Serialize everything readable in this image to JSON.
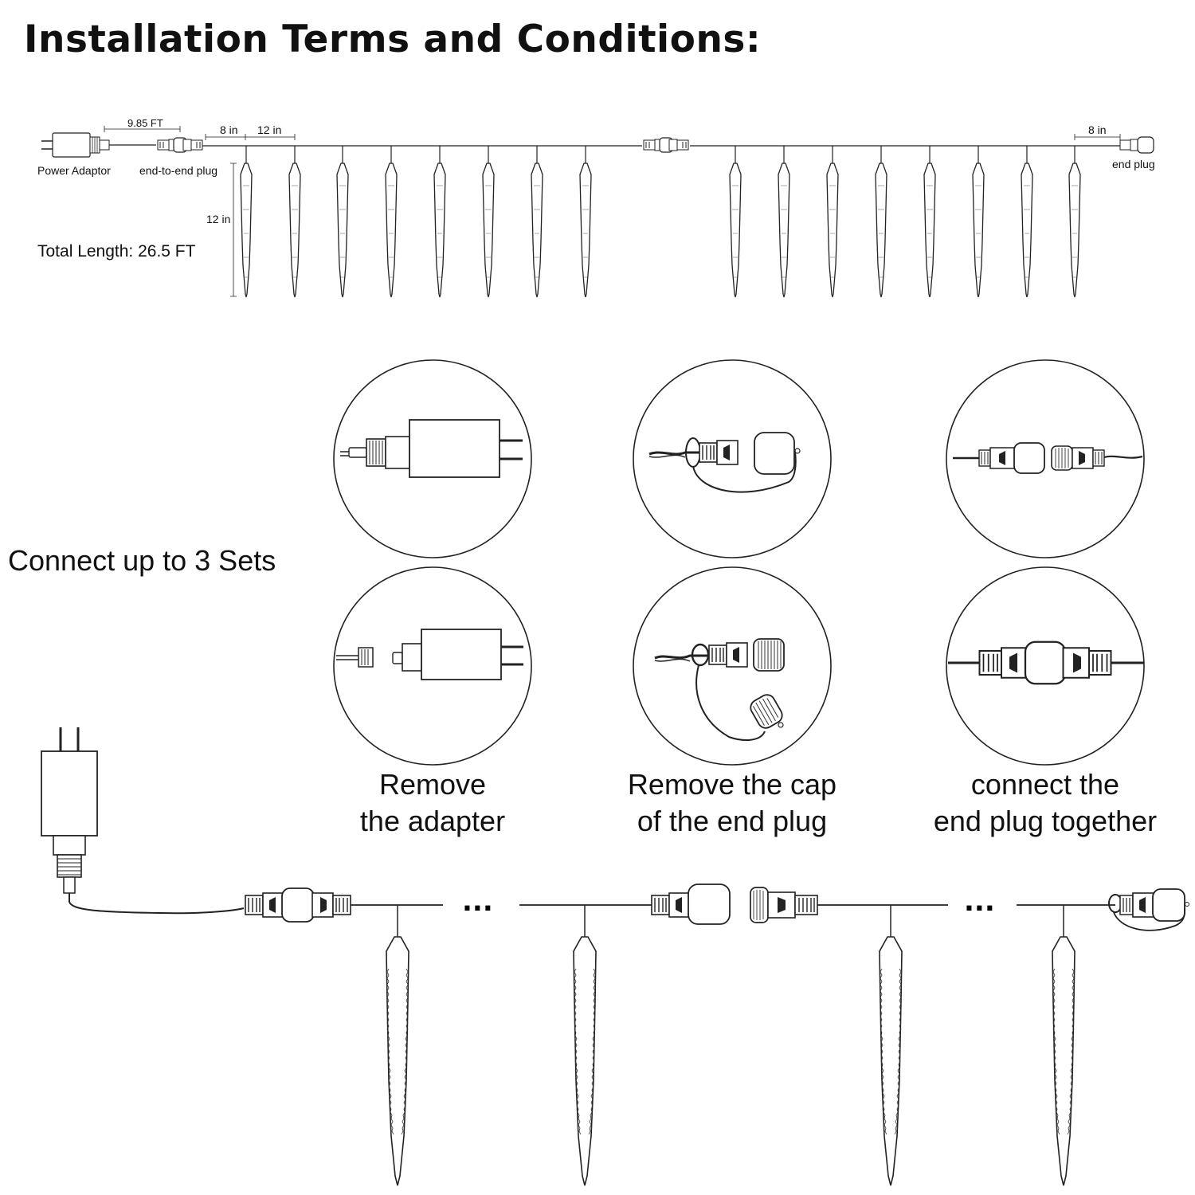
{
  "title": "Installation Terms and Conditions:",
  "top_diagram": {
    "power_adaptor": "Power Adaptor",
    "end_to_end_plug": "end-to-end plug",
    "end_plug": "end plug",
    "cable_length": "9.85 FT",
    "first_gap": "8 in",
    "spacing": "12 in",
    "end_gap": "8 in",
    "icicle_length": "12 in",
    "total_length": "Total Length: 26.5 FT"
  },
  "connect_label": "Connect up to 3 Sets",
  "steps": [
    {
      "line1": "Remove",
      "line2": "the adapter"
    },
    {
      "line1": "Remove the cap",
      "line2": "of the end plug"
    },
    {
      "line1": "connect the",
      "line2": "end plug together"
    }
  ],
  "ellipsis": "...",
  "colors": {
    "line": "#222222",
    "background": "#ffffff"
  }
}
